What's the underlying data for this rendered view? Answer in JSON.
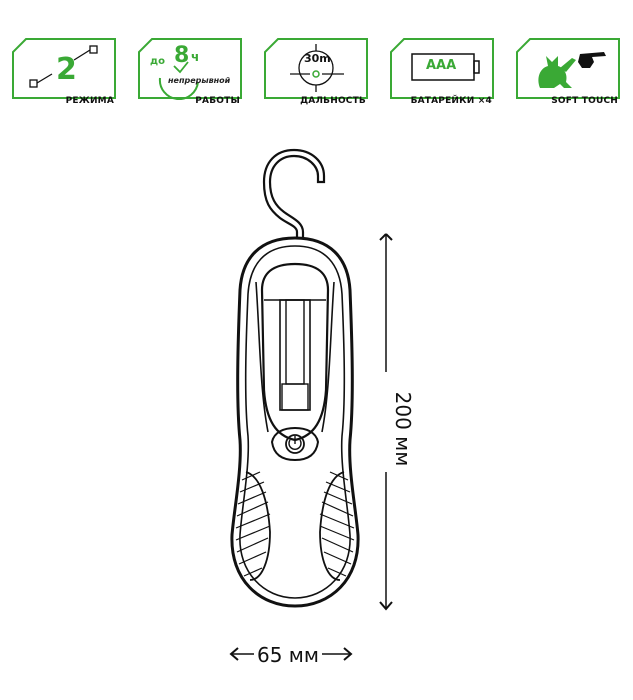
{
  "badges": {
    "modes": {
      "number": "2",
      "caption": "РЕЖИМА"
    },
    "runtime": {
      "prefix": "до",
      "hours": "8",
      "unit": "ч",
      "sub": "непрерывной",
      "caption": "РАБОТЫ"
    },
    "range": {
      "distance": "30m",
      "caption": "ДАЛЬНОСТЬ"
    },
    "batteries": {
      "type": "AAA",
      "caption": "БАТАРЕЙКИ ×4"
    },
    "touch": {
      "caption": "SOFT TOUCH"
    }
  },
  "dimensions": {
    "height": "200 мм",
    "width": "65 мм"
  },
  "colors": {
    "accent": "#3aa935",
    "line": "#111111"
  },
  "icons": [
    "mode-switch-icon",
    "clock-icon",
    "crosshair-icon",
    "battery-icon",
    "cat-paw-icon",
    "pointing-hand-icon",
    "power-icon",
    "hook-icon"
  ]
}
